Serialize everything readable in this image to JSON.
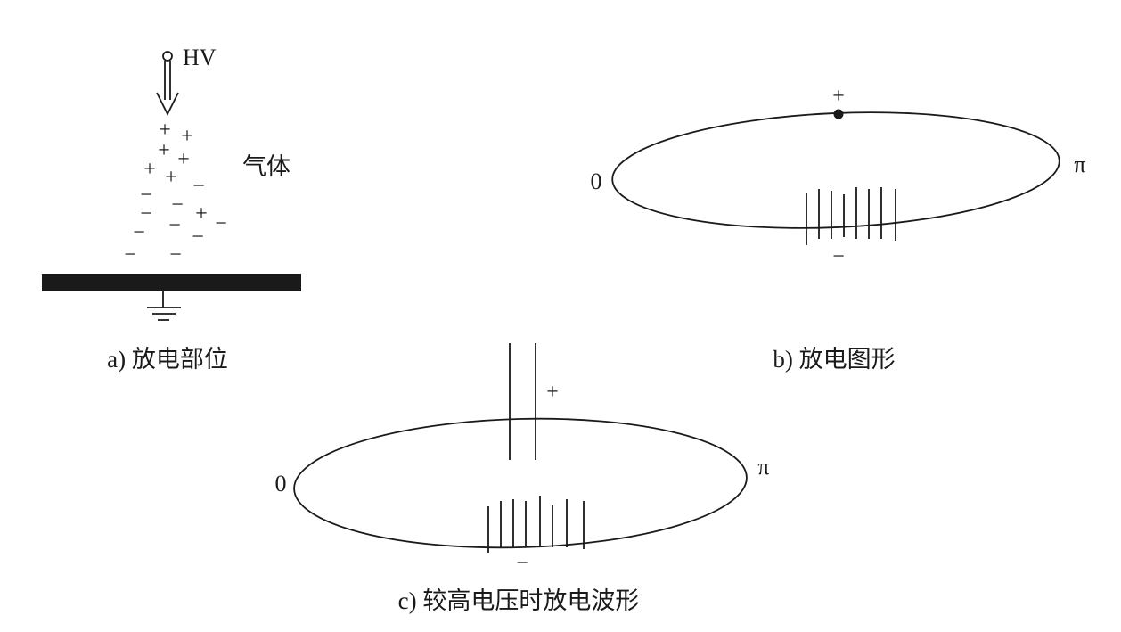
{
  "panel_a": {
    "hv_label": "HV",
    "gas_label": "气体",
    "caption": "a) 放电部位",
    "charge_signs": [
      {
        "sign": "+"
      },
      {
        "sign": "+"
      },
      {
        "sign": "+"
      },
      {
        "sign": "+"
      },
      {
        "sign": "+"
      },
      {
        "sign": "+"
      },
      {
        "sign": "−"
      },
      {
        "sign": "−"
      },
      {
        "sign": "−"
      },
      {
        "sign": "−"
      },
      {
        "sign": "+"
      },
      {
        "sign": "−"
      },
      {
        "sign": "−"
      },
      {
        "sign": "−"
      },
      {
        "sign": "−"
      },
      {
        "sign": "−"
      },
      {
        "sign": "−"
      }
    ]
  },
  "panel_b": {
    "zero_label": "0",
    "pi_label": "π",
    "positive_label": "+",
    "negative_label": "−",
    "caption": "b) 放电图形"
  },
  "panel_c": {
    "zero_label": "0",
    "pi_label": "π",
    "positive_label": "+",
    "negative_label": "−",
    "caption": "c) 较高电压时放电波形"
  },
  "colors": {
    "ink": "#1a1a1a",
    "background": "#ffffff"
  }
}
